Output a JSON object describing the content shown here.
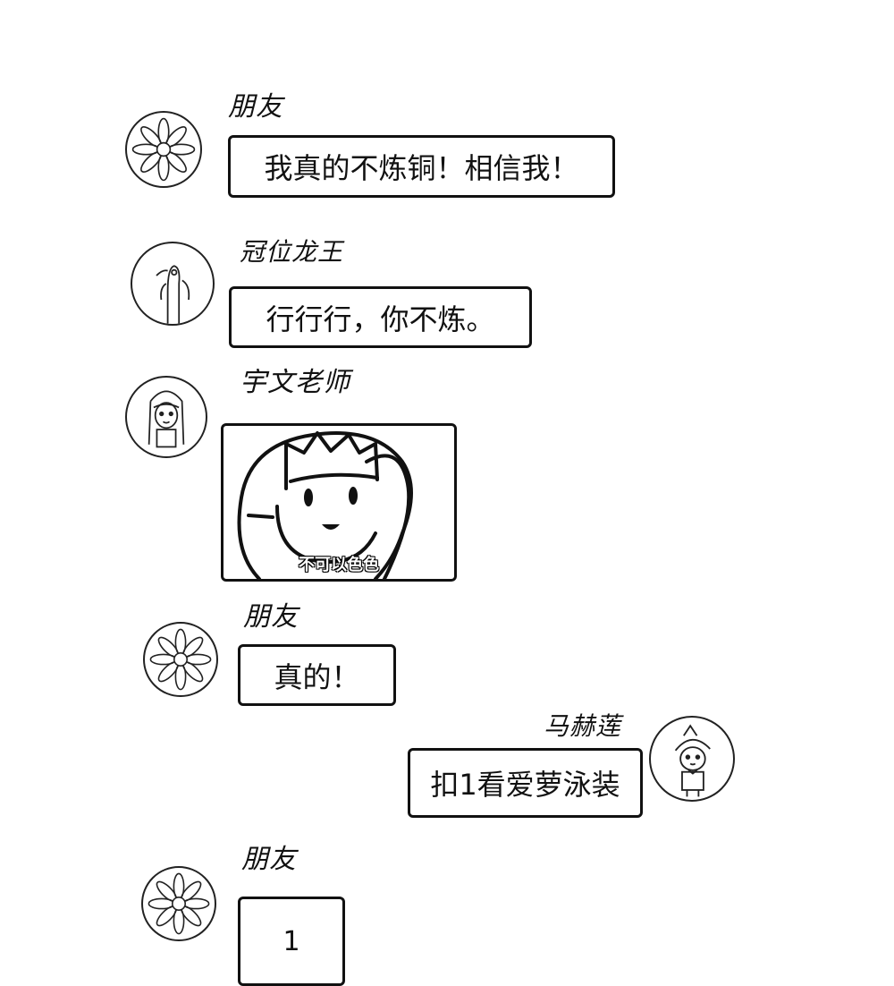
{
  "messages": [
    {
      "sender": "朋友",
      "text": "我真的不炼铜！相信我！",
      "avatar": "flower-icon"
    },
    {
      "sender": "冠位龙王",
      "text": "行行行，你不炼。",
      "avatar": "hand-icon"
    },
    {
      "sender": "宇文老师",
      "image_caption": "不可以色色",
      "avatar": "girl-avatar-icon"
    },
    {
      "sender": "朋友",
      "text": "真的！",
      "avatar": "flower-icon"
    },
    {
      "sender": "马赫莲",
      "text": "扣1看爱萝泳装",
      "avatar": "chibi-avatar-icon"
    },
    {
      "sender": "朋友",
      "text": "1",
      "avatar": "flower-icon"
    }
  ]
}
